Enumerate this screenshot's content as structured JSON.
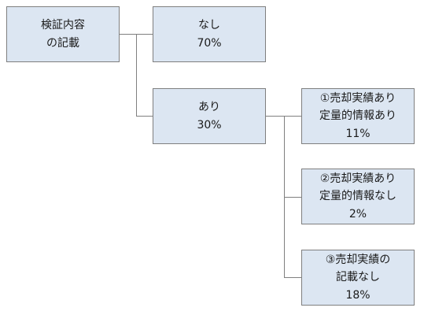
{
  "diagram": {
    "root": {
      "lines": [
        "検証内容",
        "の記載"
      ]
    },
    "branch_none": {
      "lines": [
        "なし",
        "70%"
      ]
    },
    "branch_present": {
      "lines": [
        "あり",
        "30%"
      ]
    },
    "sub_1": {
      "lines": [
        "①売却実績あり",
        "定量的情報あり",
        "11%"
      ]
    },
    "sub_2": {
      "lines": [
        "②売却実績あり",
        "定量的情報なし",
        "2%"
      ]
    },
    "sub_3": {
      "lines": [
        "③売却実績の",
        "記載なし",
        "18%"
      ]
    }
  },
  "colors": {
    "box_fill": "#dce6f2",
    "box_border": "#7f7f7f",
    "connector": "#7f7f7f"
  }
}
